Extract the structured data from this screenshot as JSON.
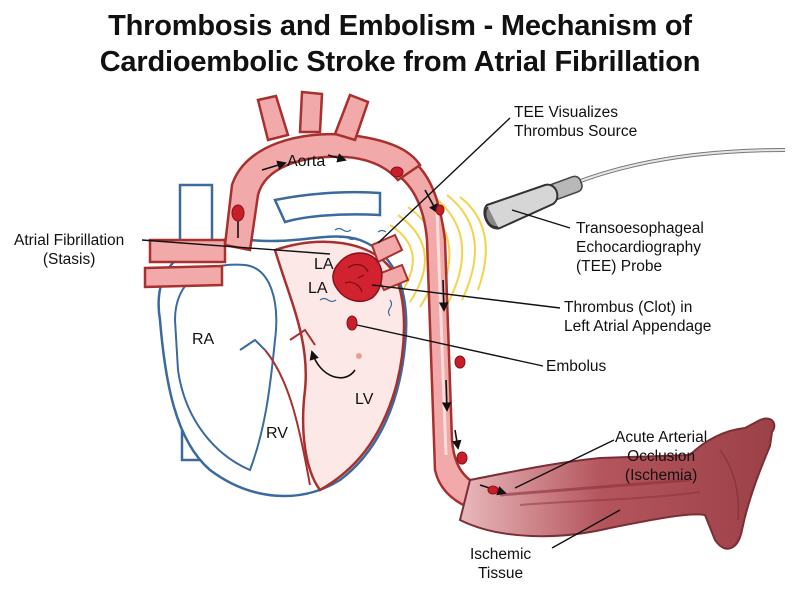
{
  "title": {
    "line1": "Thrombosis and Embolism - Mechanism of",
    "line2": "Cardioembolic Stroke from Atrial Fibrillation"
  },
  "labels": {
    "aorta": "Aorta",
    "la": "LA",
    "ra": "RA",
    "lv": "LV",
    "rv": "RV",
    "atrial_fibrillation": [
      "Atrial Fibrillation",
      "(Stasis)"
    ],
    "tee_visualizes": [
      "TEE Visualizes",
      "Thrombus Source"
    ],
    "tee_probe": [
      "Transoesophageal",
      "Echocardiography",
      "(TEE) Probe"
    ],
    "thrombus": [
      "Thrombus (Clot) in",
      "Left Atrial Appendage"
    ],
    "embolus": "Embolus",
    "occlusion": [
      "Acute Arterial",
      "Occlusion",
      "(Ischemia)"
    ],
    "ischemic": [
      "Ischemic",
      "Tissue"
    ]
  },
  "colors": {
    "artery_fill": "#f2a9a9",
    "artery_stroke": "#a8302f",
    "vein_fill": "#ffffff",
    "vein_stroke": "#3a6a9e",
    "clot": "#c81e2a",
    "ultrasound": "#f5d64a",
    "leg": "#b85c62"
  }
}
